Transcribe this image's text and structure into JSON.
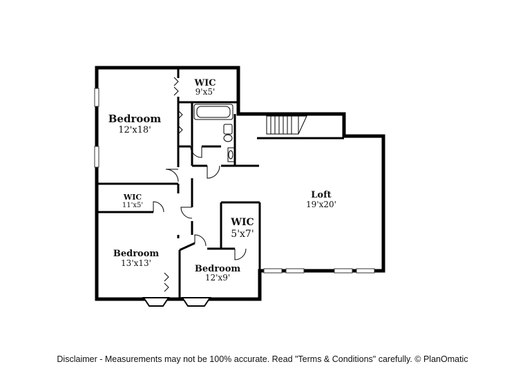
{
  "rooms": {
    "bedroom_master": {
      "name": "Bedroom",
      "size": "12'x18'"
    },
    "wic_top": {
      "name": "WIC",
      "size": "9'x5'"
    },
    "wic_left": {
      "name": "WIC",
      "size": "11'x5'"
    },
    "wic_center": {
      "name": "WIC",
      "size": "5'x7'"
    },
    "bedroom_lower_left": {
      "name": "Bedroom",
      "size": "13'x13'"
    },
    "bedroom_lower_mid": {
      "name": "Bedroom",
      "size": "12'x9'"
    },
    "loft": {
      "name": "Loft",
      "size": "19'x20'"
    }
  },
  "disclaimer": "Disclaimer - Measurements may not be 100% accurate. Read \"Terms & Conditions\" carefully. © PlanOmatic"
}
